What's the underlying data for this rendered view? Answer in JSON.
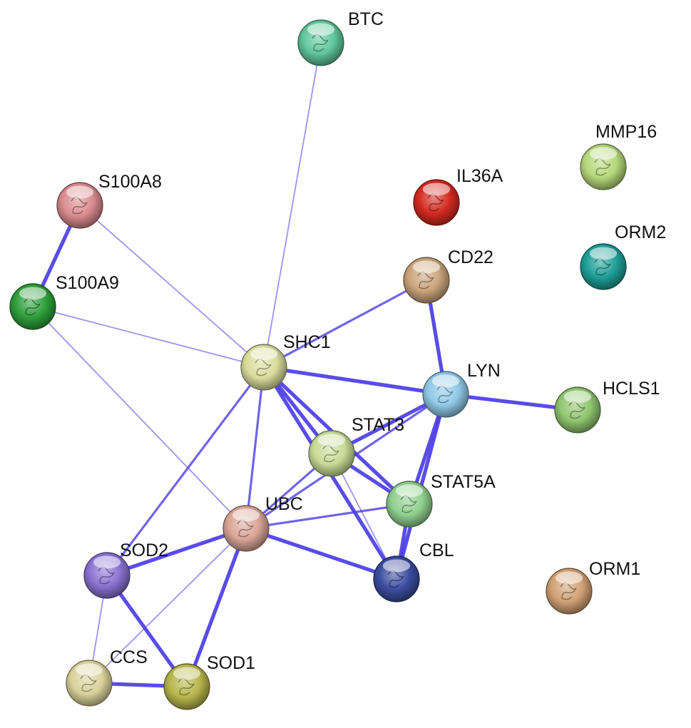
{
  "nodes": [
    {
      "id": "BTC",
      "label": "BTC",
      "color": "#5fc79a"
    },
    {
      "id": "MMP16",
      "label": "MMP16",
      "color": "#b6d77a"
    },
    {
      "id": "IL36A",
      "label": "IL36A",
      "color": "#d42a20"
    },
    {
      "id": "S100A8",
      "label": "S100A8",
      "color": "#d98a8e"
    },
    {
      "id": "ORM2",
      "label": "ORM2",
      "color": "#1e9e96"
    },
    {
      "id": "CD22",
      "label": "CD22",
      "color": "#c9a47c"
    },
    {
      "id": "S100A9",
      "label": "S100A9",
      "color": "#2e9e3a"
    },
    {
      "id": "SHC1",
      "label": "SHC1",
      "color": "#d9dc9c"
    },
    {
      "id": "LYN",
      "label": "LYN",
      "color": "#8fc8e6"
    },
    {
      "id": "HCLS1",
      "label": "HCLS1",
      "color": "#8fc56e"
    },
    {
      "id": "STAT3",
      "label": "STAT3",
      "color": "#c6dc95"
    },
    {
      "id": "STAT5A",
      "label": "STAT5A",
      "color": "#8fd08f"
    },
    {
      "id": "UBC",
      "label": "UBC",
      "color": "#d9a596"
    },
    {
      "id": "SOD2",
      "label": "SOD2",
      "color": "#8a72d1"
    },
    {
      "id": "CBL",
      "label": "CBL",
      "color": "#3b4c9e"
    },
    {
      "id": "ORM1",
      "label": "ORM1",
      "color": "#d0a074"
    },
    {
      "id": "CCS",
      "label": "CCS",
      "color": "#d9d29a"
    },
    {
      "id": "SOD1",
      "label": "SOD1",
      "color": "#b5b54a"
    }
  ],
  "edges": [
    {
      "from": "BTC",
      "to": "SHC1",
      "weight": 1
    },
    {
      "from": "S100A8",
      "to": "S100A9",
      "weight": 3
    },
    {
      "from": "S100A8",
      "to": "SHC1",
      "weight": 1
    },
    {
      "from": "S100A9",
      "to": "SHC1",
      "weight": 1
    },
    {
      "from": "S100A9",
      "to": "UBC",
      "weight": 1
    },
    {
      "from": "CD22",
      "to": "SHC1",
      "weight": 2
    },
    {
      "from": "CD22",
      "to": "LYN",
      "weight": 3
    },
    {
      "from": "SHC1",
      "to": "LYN",
      "weight": 3
    },
    {
      "from": "LYN",
      "to": "HCLS1",
      "weight": 3
    },
    {
      "from": "SHC1",
      "to": "STAT3",
      "weight": 3
    },
    {
      "from": "SHC1",
      "to": "STAT5A",
      "weight": 3
    },
    {
      "from": "SHC1",
      "to": "CBL",
      "weight": 3
    },
    {
      "from": "SHC1",
      "to": "UBC",
      "weight": 2
    },
    {
      "from": "SHC1",
      "to": "SOD2",
      "weight": 2
    },
    {
      "from": "LYN",
      "to": "STAT3",
      "weight": 3
    },
    {
      "from": "LYN",
      "to": "STAT5A",
      "weight": 3
    },
    {
      "from": "LYN",
      "to": "UBC",
      "weight": 2
    },
    {
      "from": "LYN",
      "to": "CBL",
      "weight": 3
    },
    {
      "from": "STAT3",
      "to": "STAT5A",
      "weight": 3
    },
    {
      "from": "STAT3",
      "to": "UBC",
      "weight": 2
    },
    {
      "from": "STAT3",
      "to": "CBL",
      "weight": 1
    },
    {
      "from": "STAT5A",
      "to": "CBL",
      "weight": 3
    },
    {
      "from": "STAT5A",
      "to": "UBC",
      "weight": 2
    },
    {
      "from": "UBC",
      "to": "CBL",
      "weight": 3
    },
    {
      "from": "UBC",
      "to": "SOD2",
      "weight": 3
    },
    {
      "from": "UBC",
      "to": "SOD1",
      "weight": 3
    },
    {
      "from": "UBC",
      "to": "CCS",
      "weight": 1
    },
    {
      "from": "SOD2",
      "to": "SOD1",
      "weight": 3
    },
    {
      "from": "SOD2",
      "to": "CCS",
      "weight": 1
    },
    {
      "from": "CCS",
      "to": "SOD1",
      "weight": 3
    }
  ],
  "colors": {
    "edge": "#4b3de6",
    "label": "#111111",
    "background": "#ffffff"
  }
}
